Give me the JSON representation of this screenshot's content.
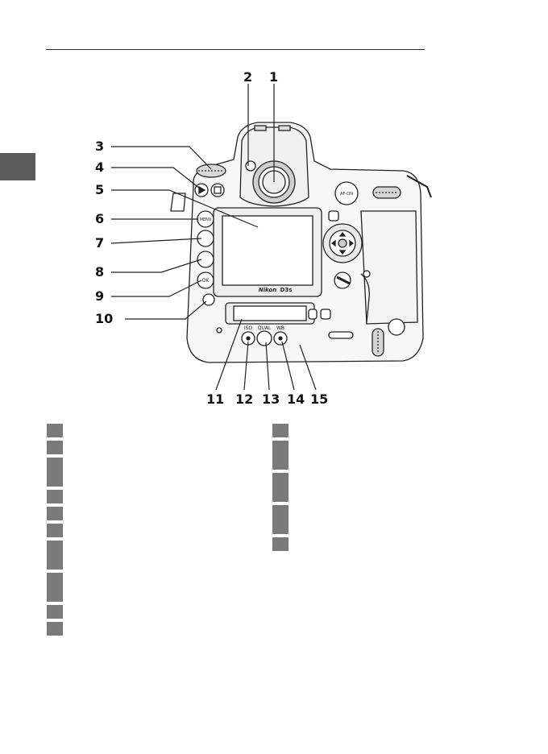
{
  "callouts": {
    "c1": "1",
    "c2": "2",
    "c3": "3",
    "c4": "4",
    "c5": "5",
    "c6": "6",
    "c7": "7",
    "c8": "8",
    "c9": "9",
    "c10": "10",
    "c11": "11",
    "c12": "12",
    "c13": "13",
    "c14": "14",
    "c15": "15"
  },
  "camera_labels": {
    "brand": "Nikon",
    "model": "D3s",
    "menu_button": "MENU",
    "ok_button": "OK",
    "af_on_button": "AF-ON",
    "iso_label": "ISO",
    "qual_label": "QUAL",
    "wb_label": "WB"
  }
}
